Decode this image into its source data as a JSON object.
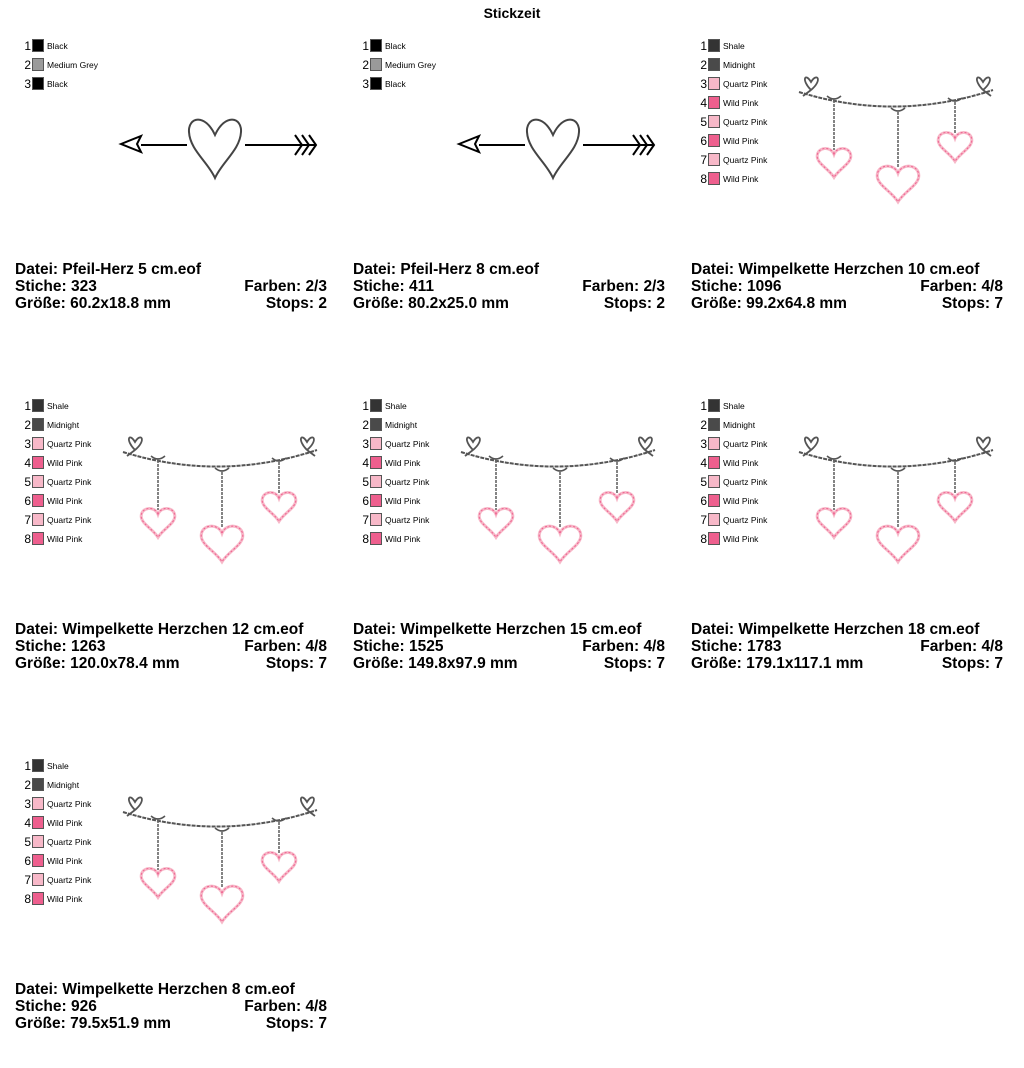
{
  "page_title": "Stickzeit",
  "palette": {
    "Black": "#000000",
    "Medium Grey": "#9a9a9a",
    "Shale": "#333333",
    "Midnight": "#4a4a4a",
    "Quartz Pink": "#f7b8c8",
    "Wild Pink": "#ee5f8e"
  },
  "designs": [
    {
      "type": "arrow",
      "colors": [
        {
          "num": "1",
          "name": "Black"
        },
        {
          "num": "2",
          "name": "Medium Grey"
        },
        {
          "num": "3",
          "name": "Black"
        }
      ],
      "file_label": "Datei: Pfeil-Herz 5 cm.eof",
      "stitches_label": "Stiche: 323",
      "colors_label": "Farben: 2/3",
      "size_label": "Größe: 60.2x18.8 mm",
      "stops_label": "Stops: 2"
    },
    {
      "type": "arrow",
      "colors": [
        {
          "num": "1",
          "name": "Black"
        },
        {
          "num": "2",
          "name": "Medium Grey"
        },
        {
          "num": "3",
          "name": "Black"
        }
      ],
      "file_label": "Datei: Pfeil-Herz 8 cm.eof",
      "stitches_label": "Stiche: 411",
      "colors_label": "Farben: 2/3",
      "size_label": "Größe: 80.2x25.0 mm",
      "stops_label": "Stops: 2"
    },
    {
      "type": "garland",
      "colors": [
        {
          "num": "1",
          "name": "Shale"
        },
        {
          "num": "2",
          "name": "Midnight"
        },
        {
          "num": "3",
          "name": "Quartz Pink"
        },
        {
          "num": "4",
          "name": "Wild Pink"
        },
        {
          "num": "5",
          "name": "Quartz Pink"
        },
        {
          "num": "6",
          "name": "Wild Pink"
        },
        {
          "num": "7",
          "name": "Quartz Pink"
        },
        {
          "num": "8",
          "name": "Wild Pink"
        }
      ],
      "file_label": "Datei: Wimpelkette Herzchen 10 cm.eof",
      "stitches_label": "Stiche: 1096",
      "colors_label": "Farben: 4/8",
      "size_label": "Größe: 99.2x64.8 mm",
      "stops_label": "Stops: 7"
    },
    {
      "type": "garland",
      "colors": [
        {
          "num": "1",
          "name": "Shale"
        },
        {
          "num": "2",
          "name": "Midnight"
        },
        {
          "num": "3",
          "name": "Quartz Pink"
        },
        {
          "num": "4",
          "name": "Wild Pink"
        },
        {
          "num": "5",
          "name": "Quartz Pink"
        },
        {
          "num": "6",
          "name": "Wild Pink"
        },
        {
          "num": "7",
          "name": "Quartz Pink"
        },
        {
          "num": "8",
          "name": "Wild Pink"
        }
      ],
      "file_label": "Datei: Wimpelkette Herzchen 12 cm.eof",
      "stitches_label": "Stiche: 1263",
      "colors_label": "Farben: 4/8",
      "size_label": "Größe: 120.0x78.4 mm",
      "stops_label": "Stops: 7"
    },
    {
      "type": "garland",
      "colors": [
        {
          "num": "1",
          "name": "Shale"
        },
        {
          "num": "2",
          "name": "Midnight"
        },
        {
          "num": "3",
          "name": "Quartz Pink"
        },
        {
          "num": "4",
          "name": "Wild Pink"
        },
        {
          "num": "5",
          "name": "Quartz Pink"
        },
        {
          "num": "6",
          "name": "Wild Pink"
        },
        {
          "num": "7",
          "name": "Quartz Pink"
        },
        {
          "num": "8",
          "name": "Wild Pink"
        }
      ],
      "file_label": "Datei: Wimpelkette Herzchen 15 cm.eof",
      "stitches_label": "Stiche: 1525",
      "colors_label": "Farben: 4/8",
      "size_label": "Größe: 149.8x97.9 mm",
      "stops_label": "Stops: 7"
    },
    {
      "type": "garland",
      "colors": [
        {
          "num": "1",
          "name": "Shale"
        },
        {
          "num": "2",
          "name": "Midnight"
        },
        {
          "num": "3",
          "name": "Quartz Pink"
        },
        {
          "num": "4",
          "name": "Wild Pink"
        },
        {
          "num": "5",
          "name": "Quartz Pink"
        },
        {
          "num": "6",
          "name": "Wild Pink"
        },
        {
          "num": "7",
          "name": "Quartz Pink"
        },
        {
          "num": "8",
          "name": "Wild Pink"
        }
      ],
      "file_label": "Datei: Wimpelkette Herzchen 18 cm.eof",
      "stitches_label": "Stiche: 1783",
      "colors_label": "Farben: 4/8",
      "size_label": "Größe: 179.1x117.1 mm",
      "stops_label": "Stops: 7"
    },
    {
      "type": "garland",
      "colors": [
        {
          "num": "1",
          "name": "Shale"
        },
        {
          "num": "2",
          "name": "Midnight"
        },
        {
          "num": "3",
          "name": "Quartz Pink"
        },
        {
          "num": "4",
          "name": "Wild Pink"
        },
        {
          "num": "5",
          "name": "Quartz Pink"
        },
        {
          "num": "6",
          "name": "Wild Pink"
        },
        {
          "num": "7",
          "name": "Quartz Pink"
        },
        {
          "num": "8",
          "name": "Wild Pink"
        }
      ],
      "file_label": "Datei: Wimpelkette Herzchen 8 cm.eof",
      "stitches_label": "Stiche: 926",
      "colors_label": "Farben: 4/8",
      "size_label": "Größe: 79.5x51.9 mm",
      "stops_label": "Stops: 7"
    }
  ]
}
